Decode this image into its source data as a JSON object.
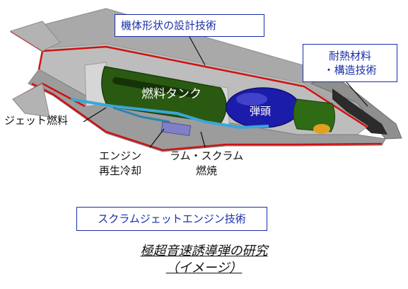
{
  "labels": {
    "design": "機体形状の設計技術",
    "material_line1": "耐熱材料",
    "material_line2": "・構造技術",
    "fuel_tank": "燃料タンク",
    "warhead": "弾頭",
    "jet_fuel": "ジェット燃料",
    "engine_line1": "エンジン",
    "engine_line2": "再生冷却",
    "ram_line1": "ラム・スクラム",
    "ram_line2": "燃焼",
    "scramjet": "スクラムジェットエンジン技術"
  },
  "caption": {
    "line1": "極超音速誘導弾の研究",
    "line2": "（イメージ）"
  },
  "colors": {
    "box_border": "#1a2fa8",
    "box_text": "#1a2fa8",
    "airframe": "#a6a6a6",
    "skin_red": "#d01010",
    "fuel_tank": "#2a5a12",
    "warhead": "#1c1caa",
    "pipe": "#3aa7d8"
  }
}
